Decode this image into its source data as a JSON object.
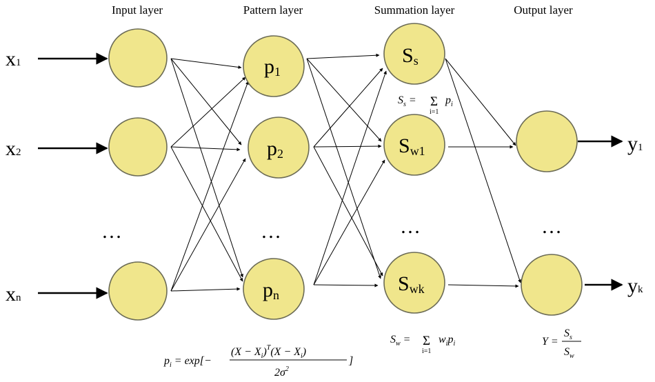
{
  "layers": {
    "input": "Input layer",
    "pattern": "Pattern layer",
    "summation": "Summation layer",
    "output": "Output layer"
  },
  "inputs": [
    {
      "main": "x",
      "sub": "1"
    },
    {
      "main": "x",
      "sub": "2"
    },
    {
      "main": "x",
      "sub": "n"
    }
  ],
  "pattern_nodes": [
    {
      "main": "p",
      "sub": "1"
    },
    {
      "main": "p",
      "sub": "2"
    },
    {
      "main": "p",
      "sub": "n"
    }
  ],
  "summation_nodes": [
    {
      "main": "S",
      "sub": "s"
    },
    {
      "main": "S",
      "sub": "w1"
    },
    {
      "main": "S",
      "sub": "wk"
    }
  ],
  "outputs": [
    {
      "main": "y",
      "sub": "1"
    },
    {
      "main": "y",
      "sub": "k"
    }
  ],
  "ellipsis": "…",
  "equations": {
    "ss": {
      "lhs": "S",
      "lhs_sub": "s",
      "rel": "=",
      "sum_top": "",
      "sum_bottom": "i=1",
      "term": "p",
      "term_sub": "i"
    },
    "sw": {
      "lhs": "S",
      "lhs_sub": "w",
      "rel": "=",
      "sum_bottom": "i=1",
      "term": "w",
      "term_sub": "i",
      "term2": "p",
      "term2_sub": "i"
    },
    "y": {
      "lhs": "Y =",
      "num": "S",
      "num_sub": "s",
      "den": "S",
      "den_sub": "w"
    },
    "pi": {
      "lhs": "p",
      "lhs_sub": "i",
      "eq": "= exp[−",
      "num": "(X − X",
      "num_sub": "i",
      "num_sup": "T",
      "num_mid": ")",
      "num_end": "(X − X",
      "num_sub2": "i",
      "num_close": ")",
      "den": "2σ",
      "den_sup": "2",
      "close": "]"
    }
  }
}
